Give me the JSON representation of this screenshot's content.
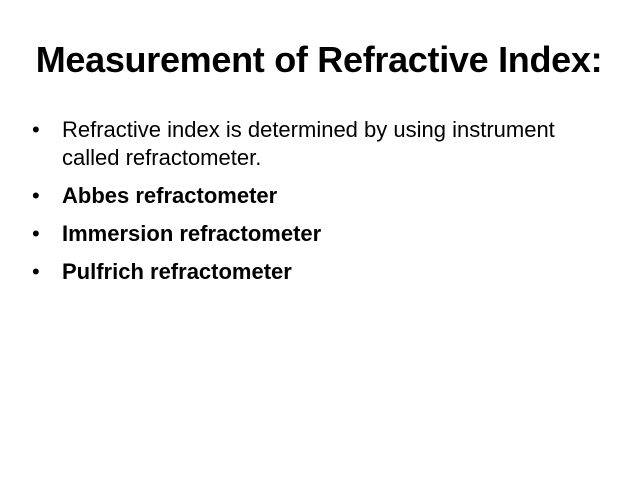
{
  "slide": {
    "title": "Measurement of Refractive Index:",
    "bullet_glyph": "•",
    "bullets": [
      {
        "text": "Refractive index is determined by using instrument called refractometer.",
        "bold": false
      },
      {
        "text": "Abbes refractometer",
        "bold": true
      },
      {
        "text": "Immersion refractometer",
        "bold": true
      },
      {
        "text": "Pulfrich refractometer",
        "bold": true
      }
    ]
  }
}
